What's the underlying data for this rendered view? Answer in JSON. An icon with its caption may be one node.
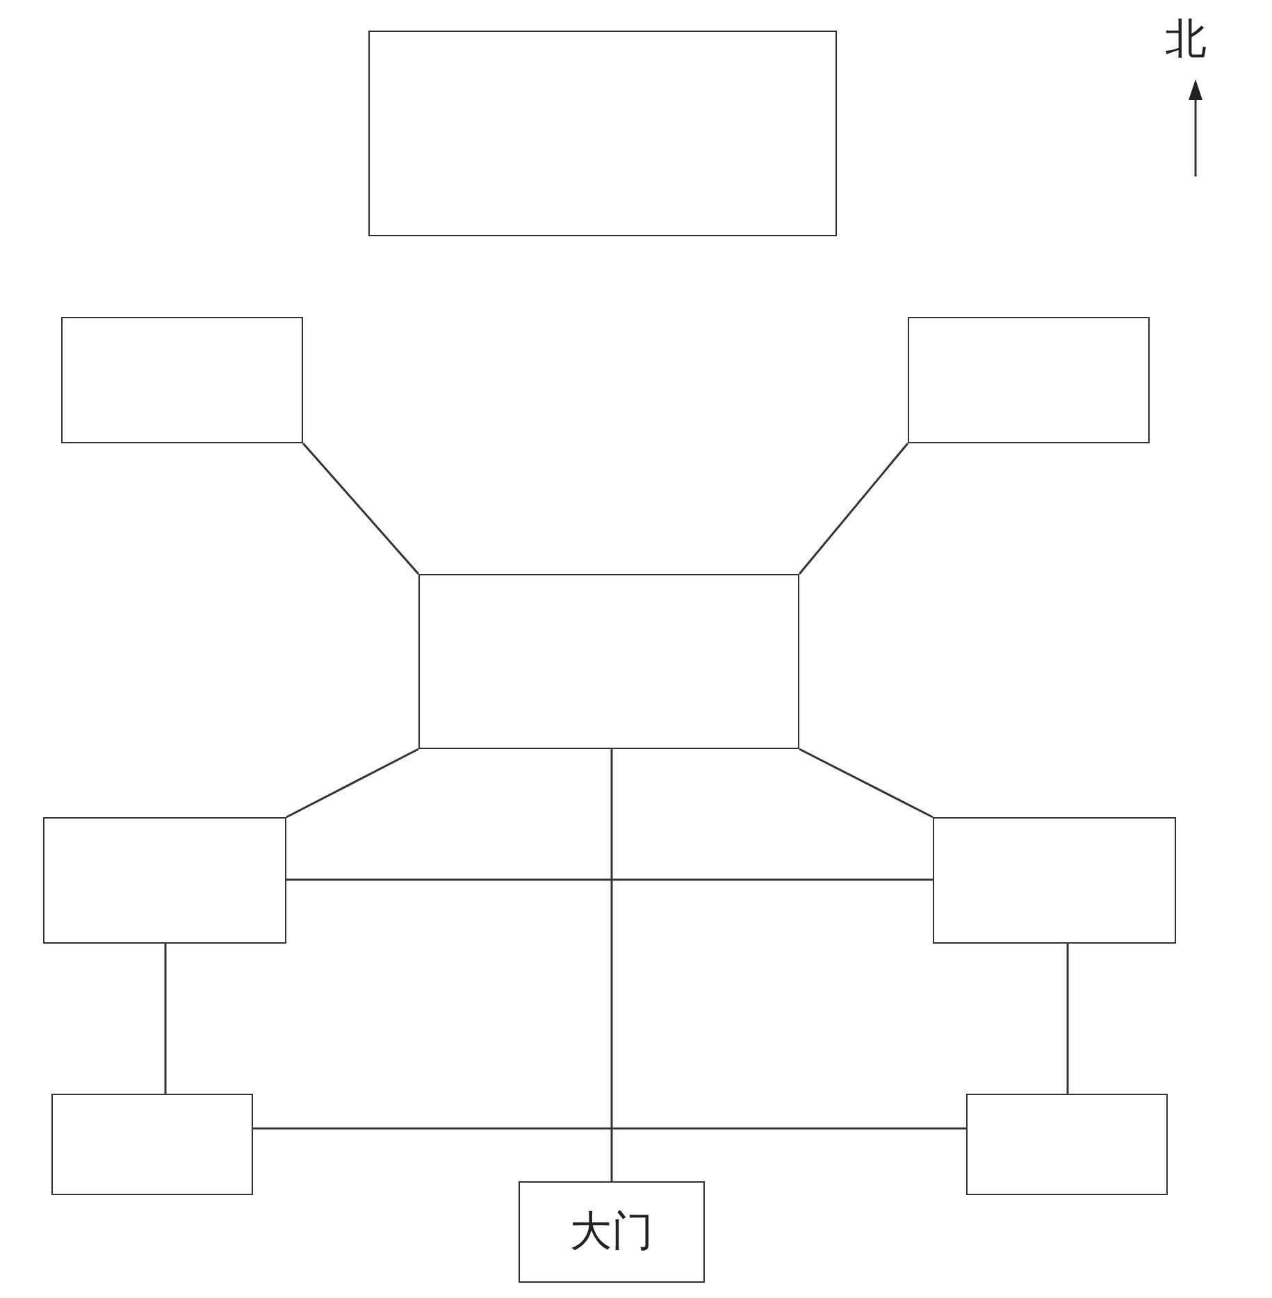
{
  "diagram": {
    "nodes": [
      {
        "text": [],
        "shape": "box"
      },
      {
        "text": [],
        "shape": "box"
      },
      {
        "text": [],
        "shape": "box"
      },
      {
        "text": [],
        "shape": "box"
      },
      {
        "text": [],
        "shape": "box"
      },
      {
        "text": [],
        "shape": "box"
      },
      {
        "text": [],
        "shape": "box"
      },
      {
        "text": [],
        "shape": "box"
      },
      {
        "text": [
          "大门"
        ]
      }
    ],
    "edges": [
      {
        "from": 1,
        "to": 3,
        "arrow": "none"
      },
      {
        "from": 2,
        "to": 3,
        "arrow": "none"
      },
      {
        "from": 3,
        "to": 4,
        "arrow": "none"
      },
      {
        "from": 3,
        "to": 5,
        "arrow": "none"
      },
      {
        "from": 4,
        "to": 5,
        "arrow": "none"
      },
      {
        "from": 3,
        "to": 8,
        "arrow": "none"
      },
      {
        "from": 4,
        "to": 6,
        "arrow": "none"
      },
      {
        "from": 5,
        "to": 7,
        "arrow": "none"
      },
      {
        "from": 6,
        "to": 7,
        "arrow": "none"
      }
    ],
    "labels": [
      "北"
    ]
  }
}
